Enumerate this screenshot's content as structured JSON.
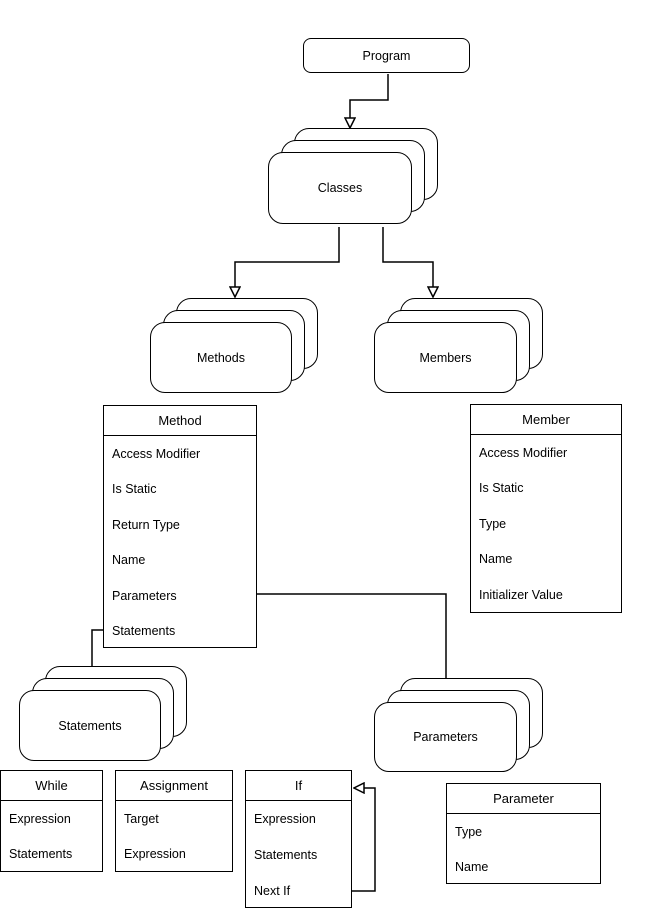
{
  "diagram": {
    "background_color": "#ffffff",
    "stroke_color": "#000000",
    "nodes": {
      "program": {
        "label": "Program"
      },
      "classes": {
        "label": "Classes"
      },
      "methods": {
        "label": "Methods"
      },
      "members": {
        "label": "Members"
      },
      "statements": {
        "label": "Statements"
      },
      "parameters": {
        "label": "Parameters"
      }
    },
    "records": {
      "method": {
        "title": "Method",
        "fields": [
          "Access Modifier",
          "Is Static",
          "Return Type",
          "Name",
          "Parameters",
          "Statements"
        ]
      },
      "member": {
        "title": "Member",
        "fields": [
          "Access Modifier",
          "Is Static",
          "Type",
          "Name",
          "Initializer Value"
        ]
      },
      "while": {
        "title": "While",
        "fields": [
          "Expression",
          "Statements"
        ]
      },
      "assignment": {
        "title": "Assignment",
        "fields": [
          "Target",
          "Expression"
        ]
      },
      "if": {
        "title": "If",
        "fields": [
          "Expression",
          "Statements",
          "Next If"
        ]
      },
      "parameter": {
        "title": "Parameter",
        "fields": [
          "Type",
          "Name"
        ]
      }
    },
    "edges": [
      {
        "from": "Program",
        "to": "Classes"
      },
      {
        "from": "Classes",
        "to": "Methods"
      },
      {
        "from": "Classes",
        "to": "Members"
      },
      {
        "from": "Method.Statements",
        "to": "Statements"
      },
      {
        "from": "Method.Parameters",
        "to": "Parameters"
      },
      {
        "from": "If.Next If",
        "to": "If"
      }
    ]
  }
}
